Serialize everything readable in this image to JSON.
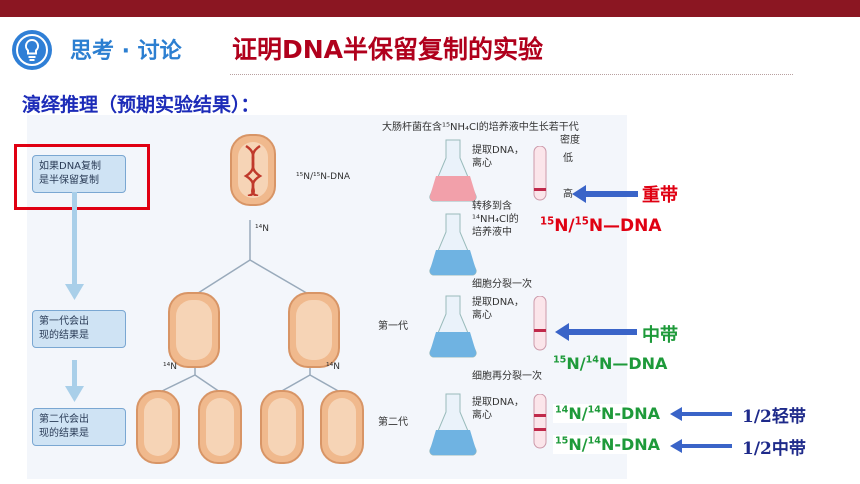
{
  "header": {
    "section_label": "思考 · 讨论",
    "title": "证明DNA半保留复制的实验"
  },
  "subtitle": "演绎推理（预期实验结果）：",
  "figure": {
    "caption_top": "大肠杆菌在含¹⁵NH₄Cl的培养液中生长若干代",
    "hypothesis": [
      "如果DNA复制",
      "是半保留复制"
    ],
    "gen1_question": [
      "第一代会出",
      "现的结果是"
    ],
    "gen2_question": [
      "第二代会出",
      "现的结果是"
    ],
    "parent_dna_label": "¹⁵N/¹⁵N-DNA",
    "n14": "¹⁴N",
    "extract1": [
      "提取DNA，",
      "离心"
    ],
    "extract2": [
      "提取DNA，",
      "离心"
    ],
    "extract3": [
      "提取DNA，",
      "离心"
    ],
    "transfer": [
      "转移到含",
      "¹⁴NH₄Cl的",
      "培养液中"
    ],
    "divide1": "细胞分裂一次",
    "divide2": "细胞再分裂一次",
    "gen1": "第一代",
    "gen2": "第二代",
    "density": "密度",
    "low": "低",
    "high": "高"
  },
  "annotations": {
    "heavy_band": "重带",
    "middle_band": "中带",
    "light_half": "1/2轻带",
    "middle_half": "1/2中带",
    "dna_15_15": {
      "pre": "15",
      "mid": "N/",
      "sup2": "15",
      "post": "N—DNA"
    },
    "dna_15_14": {
      "pre": "15",
      "mid": "N/",
      "sup2": "14",
      "post": "N—DNA"
    },
    "dna_14_14_g2": {
      "pre": "14",
      "mid": "N/",
      "sup2": "14",
      "post": "N-DNA"
    },
    "dna_15_14_g2": {
      "pre": "15",
      "mid": "N/",
      "sup2": "14",
      "post": "N-DNA"
    }
  },
  "colors": {
    "topbar": "#8b1622",
    "title": "#b0001c",
    "section": "#2c7fd1",
    "subtitle": "#1c2bb8",
    "red": "#e00012",
    "green": "#1e9a3a",
    "arrow_blue": "#3a64c8"
  }
}
